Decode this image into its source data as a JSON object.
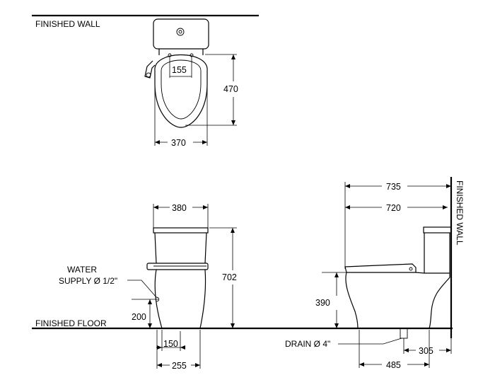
{
  "labels": {
    "finished_wall_top": "FINISHED WALL",
    "finished_wall_side": "FINISHED WALL",
    "finished_floor": "FINISHED FLOOR",
    "water_supply_line1": "WATER",
    "water_supply_line2": "SUPPLY Ø 1/2\"",
    "drain": "DRAIN Ø 4\""
  },
  "dimensions": {
    "seat_hole_spacing": "155",
    "plan_depth": "470",
    "plan_width": "370",
    "front_width": "380",
    "overall_height": "702",
    "supply_height": "200",
    "supply_offset": "150",
    "base_width": "255",
    "overall_depth": "735",
    "tank_depth": "720",
    "seat_height": "390",
    "drain_to_front": "485",
    "rough_in": "305"
  }
}
